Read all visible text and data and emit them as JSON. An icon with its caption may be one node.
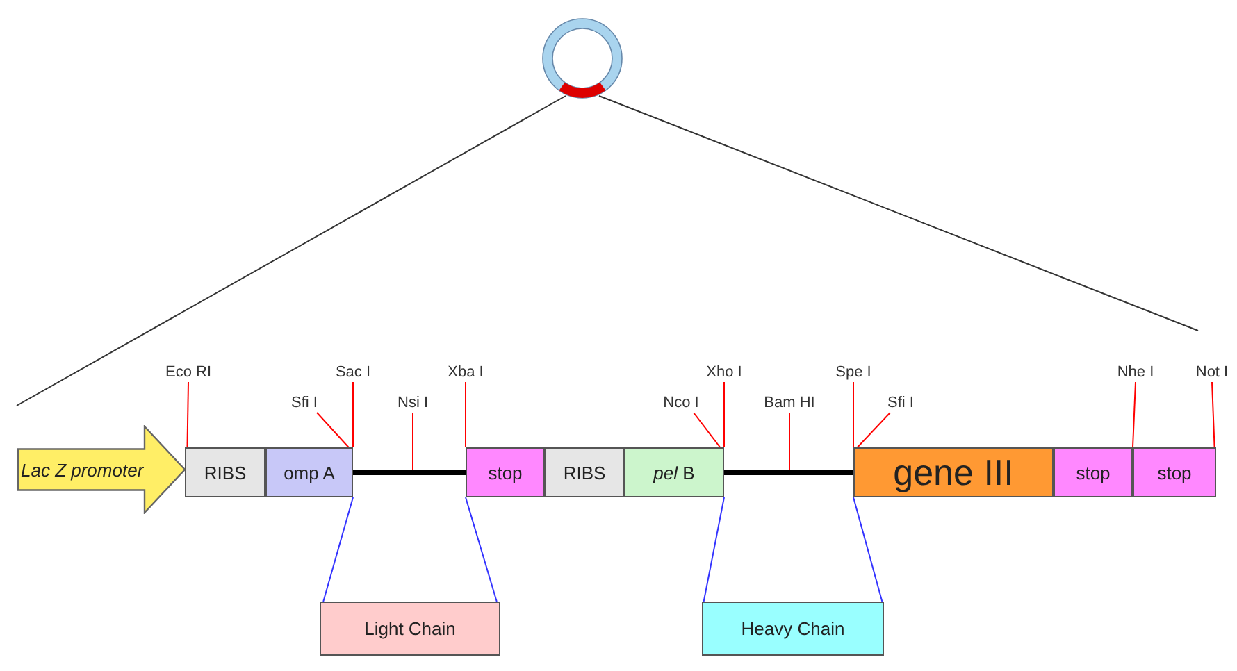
{
  "diagram": {
    "nodes": [
      {
        "text": [],
        "shape": "circle"
      },
      {
        "text": [
          "Lac Z promoter"
        ]
      },
      {
        "text": [
          "RIBS"
        ]
      },
      {
        "text": [
          "omp A"
        ]
      },
      {
        "text": [
          "stop"
        ]
      },
      {
        "text": [
          "RIBS"
        ]
      },
      {
        "text": [
          "*pel* B"
        ]
      },
      {
        "text": [
          "gene III"
        ]
      },
      {
        "text": [
          "stop"
        ]
      },
      {
        "text": [
          "stop"
        ]
      },
      {
        "text": [
          "Light Chain"
        ]
      },
      {
        "text": [
          "Heavy Chain"
        ]
      },
      {
        "text": [
          "Eco RI"
        ]
      },
      {
        "text": [
          "Sfi I"
        ]
      },
      {
        "text": [
          "Sac I"
        ]
      },
      {
        "text": [
          "Nsi I"
        ]
      },
      {
        "text": [
          "Xba I"
        ]
      },
      {
        "text": [
          "Nco I"
        ]
      },
      {
        "text": [
          "Xho I"
        ]
      },
      {
        "text": [
          "Bam HI"
        ]
      },
      {
        "text": [
          "Spe I"
        ]
      },
      {
        "text": [
          "Sfi I"
        ]
      },
      {
        "text": [
          "Nhe I"
        ]
      },
      {
        "text": [
          "Not I"
        ]
      }
    ],
    "edges": [
      {
        "from": 0,
        "to": null,
        "arrow": "none",
        "color": "#333333"
      },
      {
        "from": 0,
        "to": null,
        "arrow": "none",
        "color": "#333333"
      },
      {
        "from": 12,
        "to": 2,
        "arrow": "none",
        "color": "#ff0000"
      },
      {
        "from": 13,
        "to": 3,
        "arrow": "none",
        "color": "#ff0000"
      },
      {
        "from": 14,
        "to": 3,
        "arrow": "none",
        "color": "#ff0000"
      },
      {
        "from": 15,
        "to": null,
        "arrow": "none",
        "color": "#ff0000"
      },
      {
        "from": 16,
        "to": 4,
        "arrow": "none",
        "color": "#ff0000"
      },
      {
        "from": 17,
        "to": 6,
        "arrow": "none",
        "color": "#ff0000"
      },
      {
        "from": 18,
        "to": 6,
        "arrow": "none",
        "color": "#ff0000"
      },
      {
        "from": 19,
        "to": null,
        "arrow": "none",
        "color": "#ff0000"
      },
      {
        "from": 20,
        "to": 7,
        "arrow": "none",
        "color": "#ff0000"
      },
      {
        "from": 21,
        "to": 7,
        "arrow": "none",
        "color": "#ff0000"
      },
      {
        "from": 22,
        "to": 8,
        "arrow": "none",
        "color": "#ff0000"
      },
      {
        "from": 23,
        "to": 9,
        "arrow": "none",
        "color": "#ff0000"
      },
      {
        "from": 3,
        "to": 4,
        "arrow": "none",
        "style": "thick",
        "color": "#000000"
      },
      {
        "from": 6,
        "to": 7,
        "arrow": "none",
        "style": "thick",
        "color": "#000000"
      },
      {
        "from": 3,
        "to": 10,
        "arrow": "none",
        "color": "#3333ff"
      },
      {
        "from": 4,
        "to": 10,
        "arrow": "none",
        "color": "#3333ff"
      },
      {
        "from": 6,
        "to": 11,
        "arrow": "none",
        "color": "#3333ff"
      },
      {
        "from": 7,
        "to": 11,
        "arrow": "none",
        "color": "#3333ff"
      }
    ]
  }
}
